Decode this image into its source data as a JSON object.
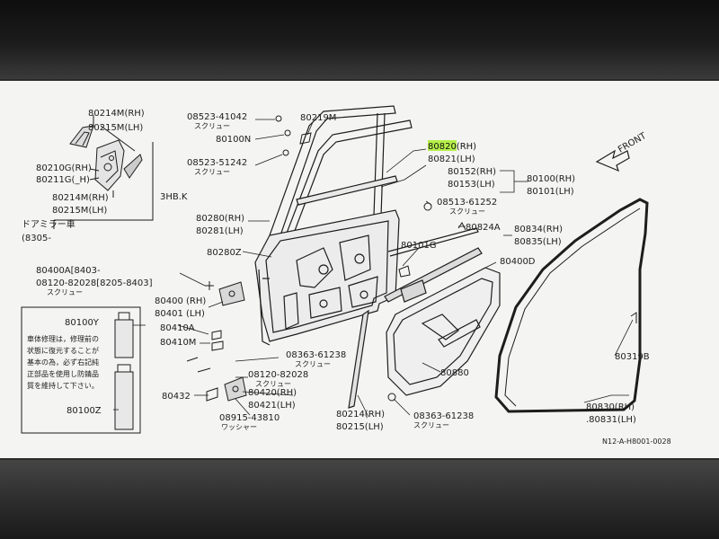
{
  "labels": {
    "p80214m_rh": "80214M(RH)",
    "p80215m_lh": "80215M(LH)",
    "p80210g_rh": "80210G(RH)",
    "p80211g_lh": "80211G(_H)",
    "p80214m_rh2": "80214M(RH)",
    "p80215m_lh2": "80215M(LH)",
    "p08523_41042": "08523-41042",
    "screw1": "スクリュー",
    "p80100n": "80100N",
    "p80219m": "80219M",
    "p08523_51242": "08523-51242",
    "screw2": "スクリュー",
    "hb": "3HB.K",
    "mirror_car": "ドアミラー車",
    "mirror_code": "(8305-",
    "p80820_rh": "80820(RH)",
    "p80821_lh": "80821(LH)",
    "p80152_rh": "80152(RH)",
    "p80153_lh": "80153(LH)",
    "p80100_rh": "80100(RH)",
    "p80101_lh": "80101(LH)",
    "front": "FRONT",
    "p08513_61252": "08513-61252",
    "screw3": "スクリュー",
    "p80280_rh": "80280(RH)",
    "p80281_lh": "80281(LH)",
    "p80824a": "80824A",
    "p80834_rh": "80834(RH)",
    "p80835_lh": "80835(LH)",
    "p80280z": "80280Z",
    "p80101g": "80101G",
    "p80400d": "80400D",
    "p80400a": "80400A[8403-",
    "p08120_82028a": "08120-82028[8205-8403]",
    "screw4": "スクリュー",
    "p80400_rh": "80400 (RH)",
    "p80401_lh": "80401 (LH)",
    "p80100y": "80100Y",
    "p80410a": "80410A",
    "p80410m": "80410M",
    "p08363_61238a": "08363-61238",
    "screw5": "スクリュー",
    "p08120_82028b": "08120-82028",
    "screw6": "スクリュー",
    "p80880": "80880",
    "p80319b": "80319B",
    "note1": "車体修理は，修理前の",
    "note2": "状態に復元することが",
    "note3": "基本の為，必ず右記純",
    "note4": "正部品を使用し防錆品",
    "note5": "質を維持して下さい。",
    "p80432": "80432",
    "p80420_rh": "80420(RH)",
    "p80421_lh": "80421(LH)",
    "p80100z": "80100Z",
    "p08915_43810": "08915-43810",
    "washer": "ワッシャー",
    "p80214_rh": "80214(RH)",
    "p80215_lh": "80215(LH)",
    "p08363_61238b": "08363-61238",
    "screw7": "スクリュー",
    "p80830_rh": "80830(RH)",
    "p80831_lh": ".80831(LH)",
    "footer_code": "N12-A-H8001-0028"
  },
  "colors": {
    "highlight": "#b6f04a",
    "ink": "#1d1d1d",
    "paper": "#f4f4f2"
  }
}
